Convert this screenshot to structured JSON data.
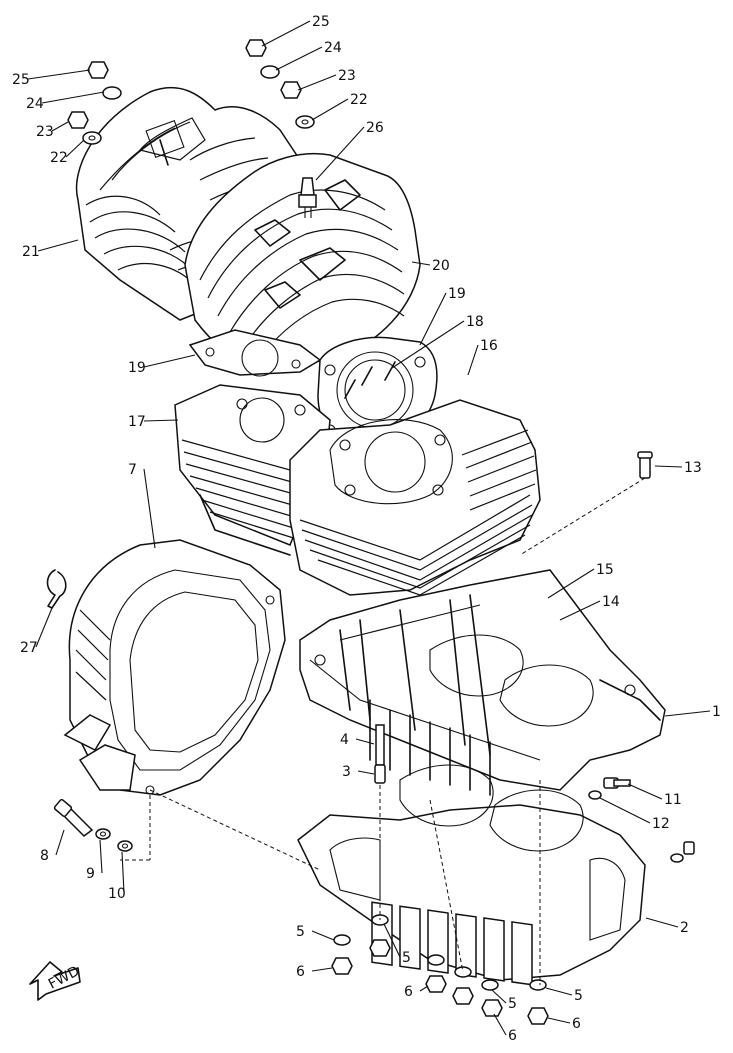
{
  "diagram": {
    "callouts": [
      {
        "id": "c25a",
        "label": "25"
      },
      {
        "id": "c24a",
        "label": "24"
      },
      {
        "id": "c23a",
        "label": "23"
      },
      {
        "id": "c22a",
        "label": "22"
      },
      {
        "id": "c25b",
        "label": "25"
      },
      {
        "id": "c24b",
        "label": "24"
      },
      {
        "id": "c23b",
        "label": "23"
      },
      {
        "id": "c22b",
        "label": "22"
      },
      {
        "id": "c26",
        "label": "26"
      },
      {
        "id": "c21",
        "label": "21"
      },
      {
        "id": "c20",
        "label": "20"
      },
      {
        "id": "c19a",
        "label": "19"
      },
      {
        "id": "c19b",
        "label": "19"
      },
      {
        "id": "c18",
        "label": "18"
      },
      {
        "id": "c16",
        "label": "16"
      },
      {
        "id": "c17",
        "label": "17"
      },
      {
        "id": "c13",
        "label": "13"
      },
      {
        "id": "c7",
        "label": "7"
      },
      {
        "id": "c15",
        "label": "15"
      },
      {
        "id": "c14",
        "label": "14"
      },
      {
        "id": "c27",
        "label": "27"
      },
      {
        "id": "c1",
        "label": "1"
      },
      {
        "id": "c4",
        "label": "4"
      },
      {
        "id": "c3",
        "label": "3"
      },
      {
        "id": "c11",
        "label": "11"
      },
      {
        "id": "c12",
        "label": "12"
      },
      {
        "id": "c8",
        "label": "8"
      },
      {
        "id": "c9",
        "label": "9"
      },
      {
        "id": "c10",
        "label": "10"
      },
      {
        "id": "c2",
        "label": "2"
      },
      {
        "id": "c5a",
        "label": "5"
      },
      {
        "id": "c5b",
        "label": "5"
      },
      {
        "id": "c5c",
        "label": "5"
      },
      {
        "id": "c5d",
        "label": "5"
      },
      {
        "id": "c6a",
        "label": "6"
      },
      {
        "id": "c6b",
        "label": "6"
      },
      {
        "id": "c6c",
        "label": "6"
      },
      {
        "id": "c6d",
        "label": "6"
      }
    ],
    "fwd_label": "FWD"
  }
}
